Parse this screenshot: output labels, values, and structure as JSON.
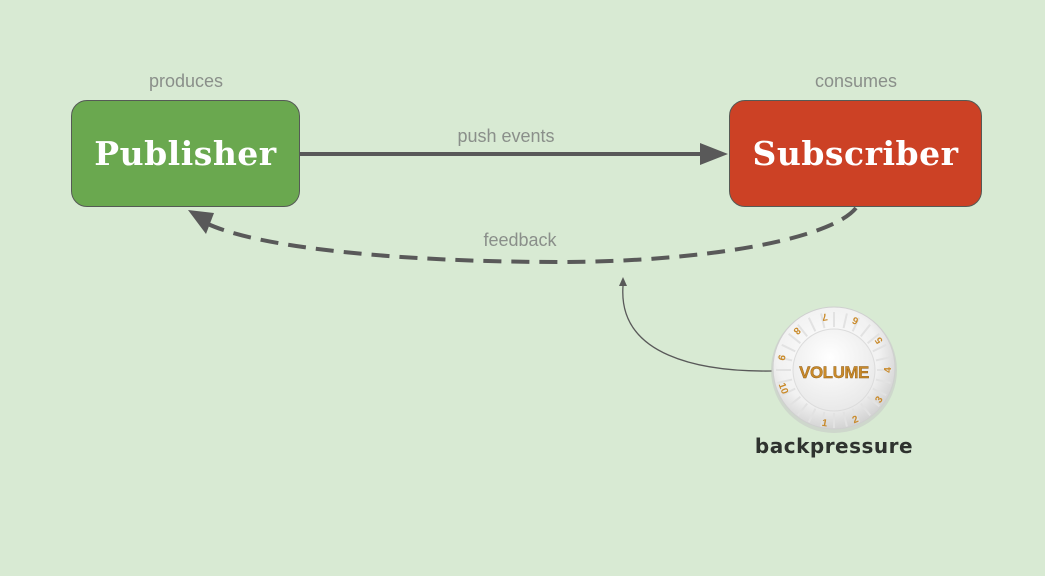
{
  "diagram": {
    "nodes": {
      "publisher": {
        "label": "Publisher",
        "caption": "produces",
        "color": "#6aa84f"
      },
      "subscriber": {
        "label": "Subscriber",
        "caption": "consumes",
        "color": "#cc4125"
      }
    },
    "edges": {
      "push": {
        "label": "push events"
      },
      "feedback": {
        "label": "feedback"
      }
    },
    "knob": {
      "title": "VOLUME",
      "label": "backpressure",
      "scale": [
        "1",
        "2",
        "3",
        "4",
        "5",
        "6",
        "7",
        "8",
        "9",
        "10"
      ],
      "accent": "#c98a2a"
    },
    "colors": {
      "background": "#d8ead3",
      "arrow": "#595959",
      "caption": "#8a8f8a"
    }
  }
}
